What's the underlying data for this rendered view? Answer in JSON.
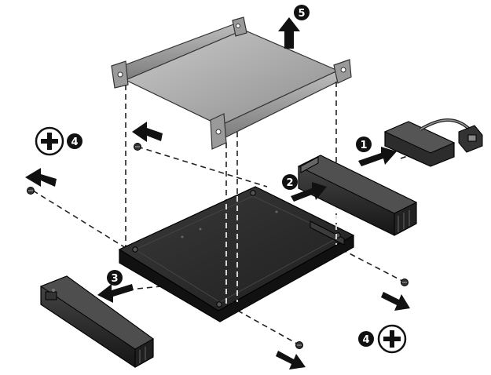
{
  "steps": {
    "remove_cable_connector": "1",
    "slide_rail_off_right": "2",
    "slide_rail_off_left": "3",
    "remove_screw_top_left": "4",
    "remove_screw_bottom_right": "4",
    "lift_bracket_off": "5"
  },
  "icons": {
    "phillips_screwdriver": "phillips-screwdriver-icon"
  },
  "colors": {
    "line_art": "#1a1a1a",
    "bracket_metal": "#a8a8a8",
    "drive_body": "#2b2b2b",
    "step_badge": "#111111"
  }
}
